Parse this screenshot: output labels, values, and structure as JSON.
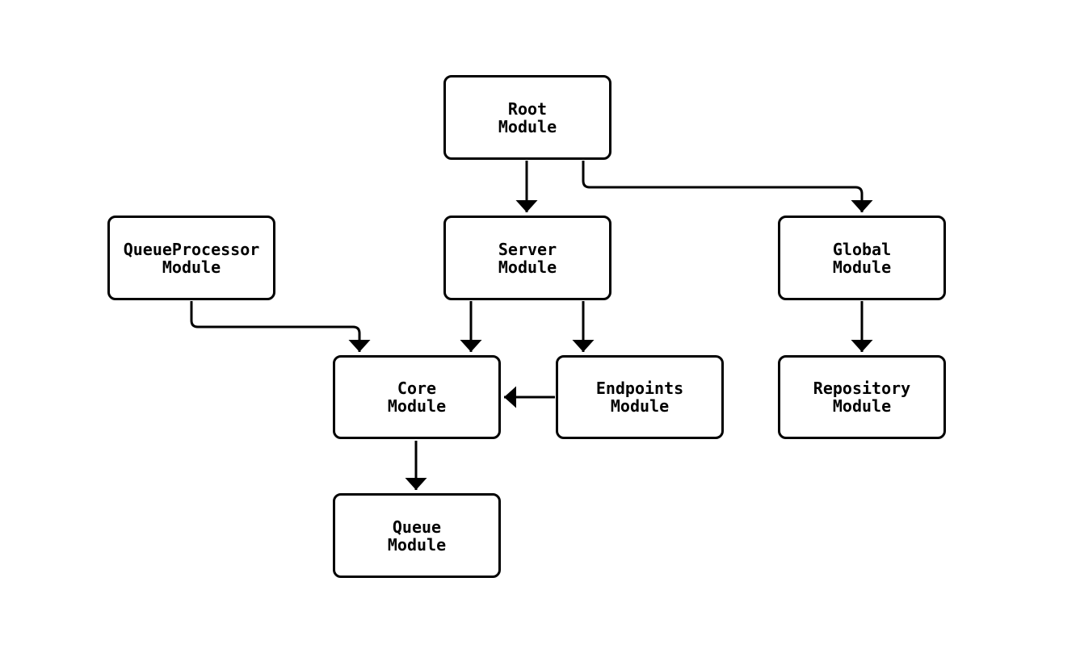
{
  "diagram": {
    "type": "flowchart",
    "direction": "top-down",
    "nodes": [
      {
        "id": "root",
        "label": "Root\nModule"
      },
      {
        "id": "queueprocessor",
        "label": "QueueProcessor\nModule"
      },
      {
        "id": "server",
        "label": "Server\nModule"
      },
      {
        "id": "global",
        "label": "Global\nModule"
      },
      {
        "id": "core",
        "label": "Core\nModule"
      },
      {
        "id": "endpoints",
        "label": "Endpoints\nModule"
      },
      {
        "id": "repository",
        "label": "Repository\nModule"
      },
      {
        "id": "queue",
        "label": "Queue\nModule"
      }
    ],
    "edges": [
      {
        "from": "root",
        "to": "server"
      },
      {
        "from": "root",
        "to": "global"
      },
      {
        "from": "queueprocessor",
        "to": "core"
      },
      {
        "from": "server",
        "to": "core"
      },
      {
        "from": "server",
        "to": "endpoints"
      },
      {
        "from": "endpoints",
        "to": "core"
      },
      {
        "from": "global",
        "to": "repository"
      },
      {
        "from": "core",
        "to": "queue"
      }
    ],
    "colors": {
      "background": "#ffffff",
      "node_fill": "#ffffff",
      "node_border": "#000000",
      "edge_stroke": "#000000",
      "text": "#000000"
    }
  }
}
